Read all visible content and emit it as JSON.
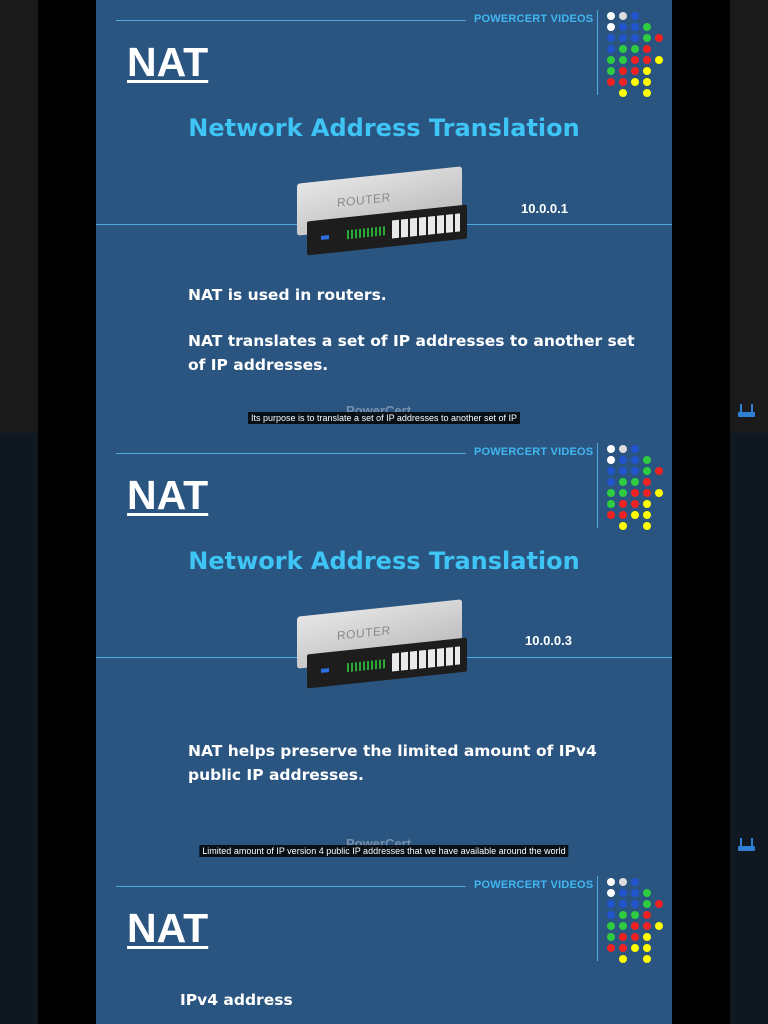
{
  "slides": [
    {
      "brand": "POWERCERT VIDEOS",
      "heading": "NAT",
      "subtitle": "Network Address Translation",
      "device_label": "ROUTER",
      "ip": "10.0.0.1",
      "bullets": [
        "NAT is used in routers.",
        "NAT translates a set of IP addresses to another set of IP addresses."
      ],
      "caption": "Its purpose is to translate a set of IP addresses to another set of IP",
      "watermark": "PowerCert"
    },
    {
      "brand": "POWERCERT VIDEOS",
      "heading": "NAT",
      "subtitle": "Network Address Translation",
      "device_label": "ROUTER",
      "ip": "10.0.0.3",
      "bullets": [
        "NAT helps preserve the limited amount of IPv4 public IP addresses."
      ],
      "caption": "Limited amount of IP version 4 public IP addresses that we have available around the world",
      "watermark": "PowerCert"
    },
    {
      "brand": "POWERCERT VIDEOS",
      "heading": "NAT",
      "bullets": [
        "IPv4 address"
      ]
    }
  ],
  "colors": {
    "slide_bg": "#2b5581",
    "accent": "#3ec4f5",
    "brand": "#41b6f0",
    "side_icon": "#2f7fd4"
  },
  "icons": {
    "side": "router-icon"
  }
}
